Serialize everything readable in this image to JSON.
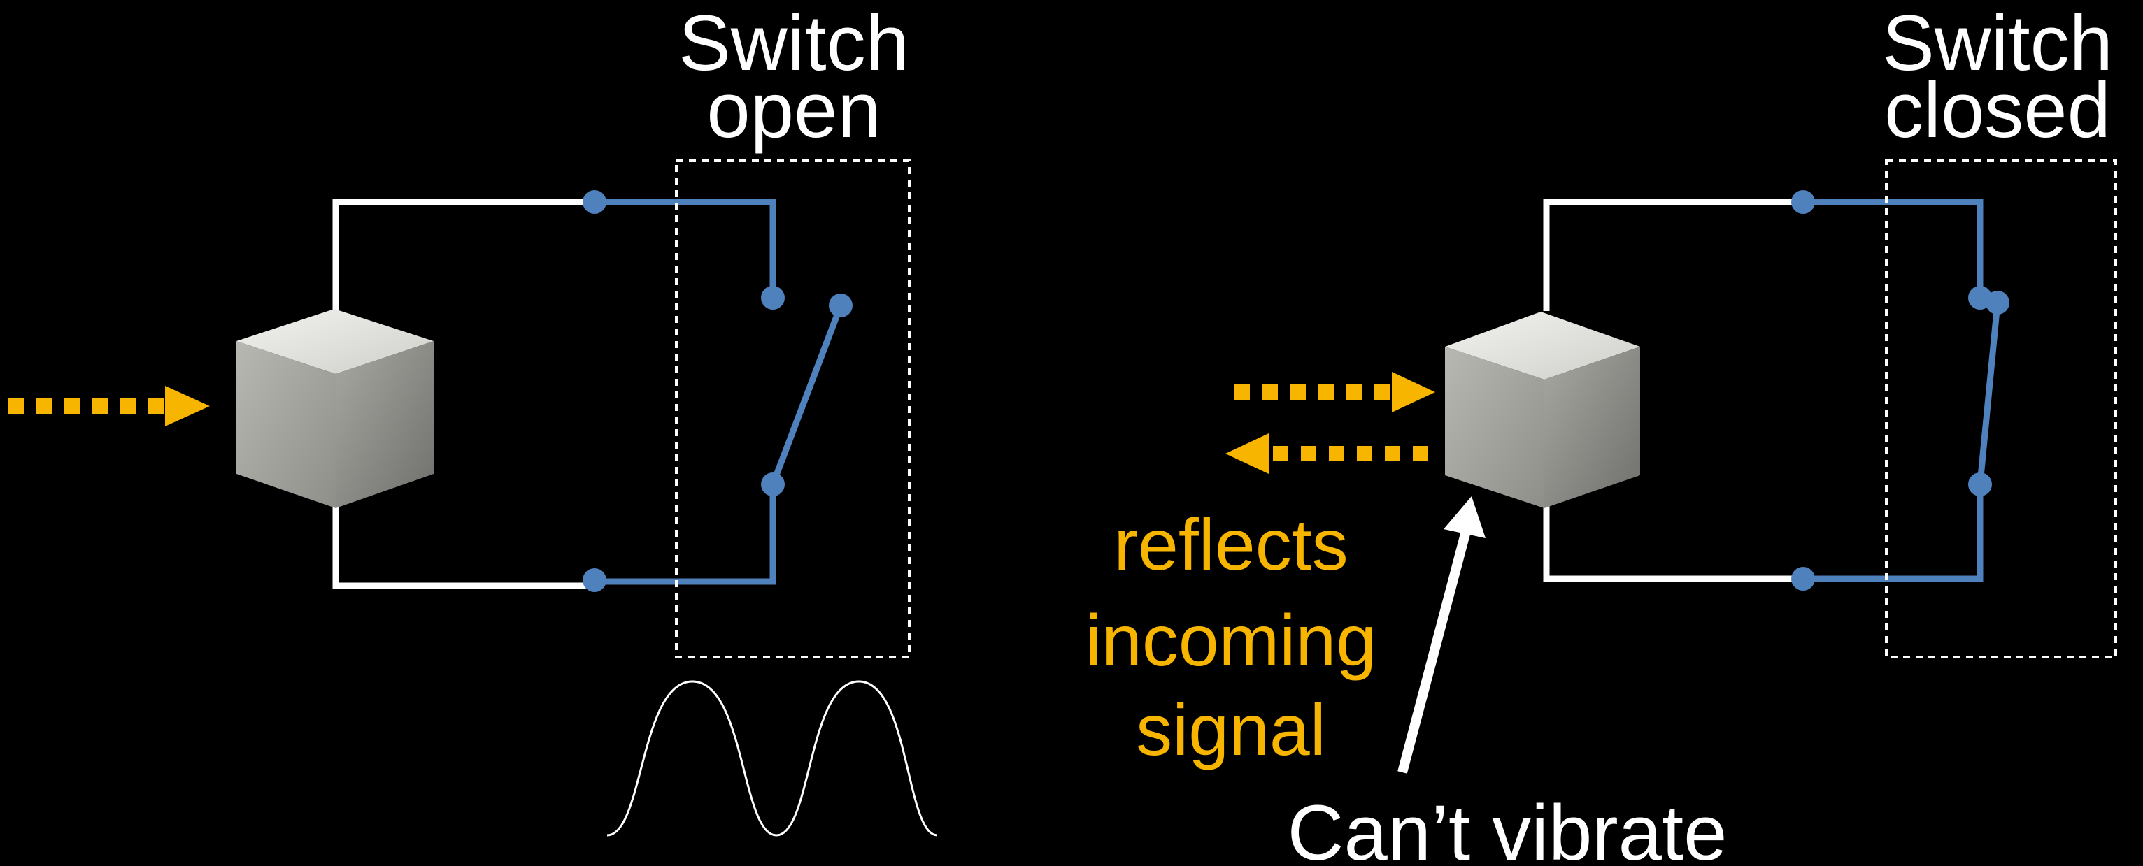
{
  "colors": {
    "background": "#000000",
    "wire": "#ffffff",
    "switch_wire": "#4F81BD",
    "signal_arrow": "#F7B500",
    "annotation_text": "#F7B500",
    "label_text": "#ffffff",
    "box_outline": "#ffffff"
  },
  "left_panel": {
    "switch_label_line1": "Switch",
    "switch_label_line2": "open",
    "cube_icon": "gray-cube-icon",
    "incoming_arrow_icon": "dotted-right-arrow-icon",
    "waveform_icon": "sine-wave-icon"
  },
  "right_panel": {
    "switch_label_line1": "Switch",
    "switch_label_line2": "closed",
    "cube_icon": "gray-cube-icon",
    "incoming_arrow_icon": "dotted-right-arrow-icon",
    "reflected_arrow_icon": "dotted-left-arrow-icon",
    "pointer_arrow_icon": "white-up-arrow-icon",
    "annotation_line1": "reflects",
    "annotation_line2": "incoming",
    "annotation_line3": "signal",
    "caption": "Can’t vibrate"
  }
}
